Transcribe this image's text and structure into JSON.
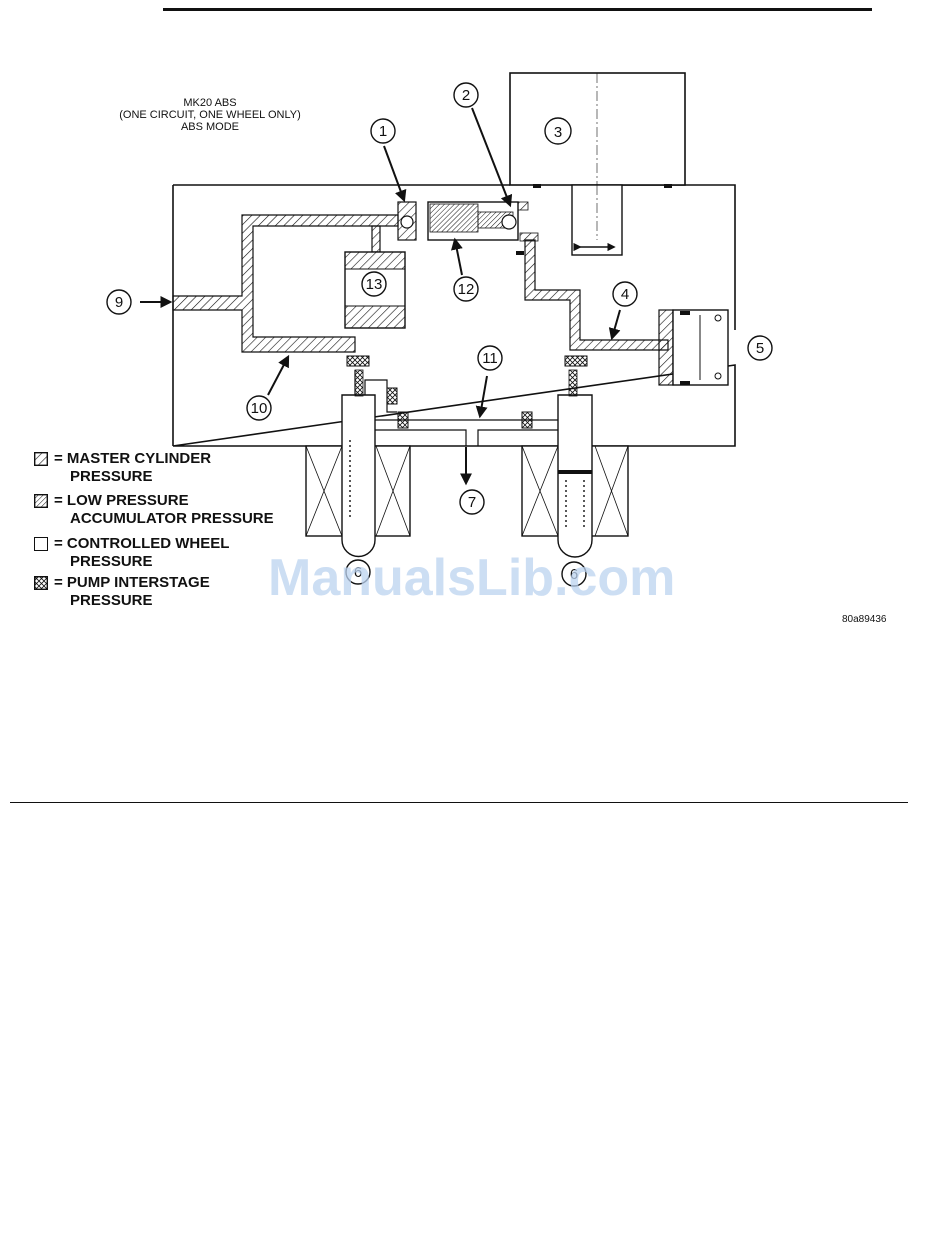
{
  "title": {
    "line1": "MK20 ABS",
    "line2": "(ONE CIRCUIT, ONE WHEEL ONLY)",
    "line3": "ABS MODE"
  },
  "callouts": [
    "1",
    "2",
    "3",
    "4",
    "5",
    "6",
    "6",
    "7",
    "9",
    "10",
    "11",
    "12",
    "13"
  ],
  "legend": [
    {
      "label": "= MASTER CYLINDER",
      "cont": "PRESSURE",
      "pattern": "hatch-wide"
    },
    {
      "label": "= LOW PRESSURE",
      "cont": "ACCUMULATOR PRESSURE",
      "pattern": "hatch-dense"
    },
    {
      "label": "= CONTROLLED WHEEL",
      "cont": "PRESSURE",
      "pattern": "blank"
    },
    {
      "label": "= PUMP INTERSTAGE",
      "cont": "PRESSURE",
      "pattern": "cross"
    }
  ],
  "figure_id": "80a89436",
  "watermark": "ManualsLib.com",
  "colors": {
    "ink": "#111111",
    "watermark": "#bcd3f0"
  }
}
